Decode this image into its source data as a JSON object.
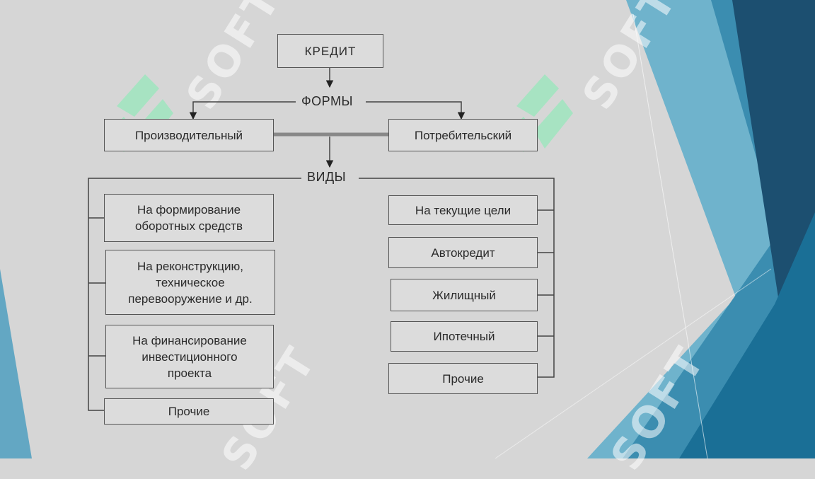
{
  "diagram": {
    "root": "КРЕДИТ",
    "forms_label": "ФОРМЫ",
    "forms": [
      "Производительный",
      "Потребительский"
    ],
    "types_label": "ВИДЫ",
    "left_types": [
      "На формирование\nоборотных средств",
      "На реконструкцию,\nтехническое\nперевооружение и др.",
      "На финансирование\nинвестиционного\nпроекта",
      "Прочие"
    ],
    "right_types": [
      "На текущие цели",
      "Автокредит",
      "Жилищный",
      "Ипотечный",
      "Прочие"
    ]
  },
  "watermark": {
    "text": "SOFT"
  },
  "colors": {
    "background": "#d6d6d6",
    "box_border": "#555555",
    "teal_dark": "#1c4f70",
    "teal": "#2a7aa0",
    "teal_light": "#5aa7c2",
    "watermark_green": "#98e8bc"
  }
}
